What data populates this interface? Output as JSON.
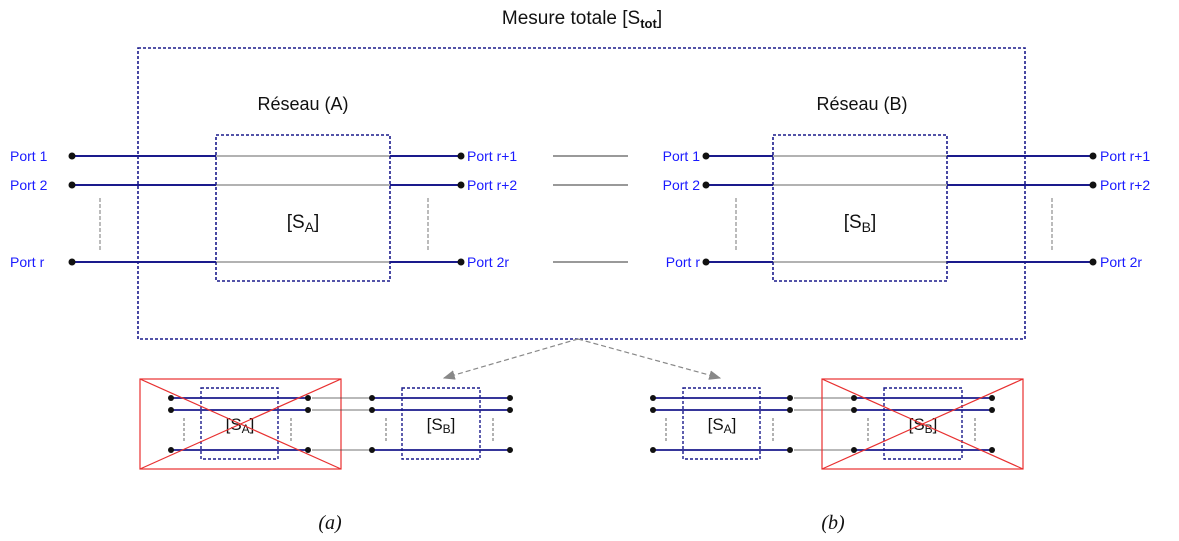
{
  "title": {
    "prefix": "Mesure totale [S",
    "sub": "tot",
    "suffix": "]"
  },
  "network_a": {
    "label": "Réseau (A)",
    "matrix": {
      "prefix": "[S",
      "sub": "A",
      "suffix": "]"
    },
    "left_ports": [
      "Port 1",
      "Port 2",
      "Port r"
    ],
    "right_ports": [
      "Port r+1",
      "Port r+2",
      "Port 2r"
    ]
  },
  "network_b": {
    "label": "Réseau (B)",
    "matrix": {
      "prefix": "[S",
      "sub": "B",
      "suffix": "]"
    },
    "left_ports": [
      "Port 1",
      "Port 2",
      "Port r"
    ],
    "right_ports": [
      "Port r+1",
      "Port r+2",
      "Port 2r"
    ]
  },
  "mini": {
    "a_left": {
      "prefix": "[S",
      "sub": "A",
      "suffix": "]"
    },
    "a_right": {
      "prefix": "[S",
      "sub": "B",
      "suffix": "]"
    },
    "b_left": {
      "prefix": "[S",
      "sub": "A",
      "suffix": "]"
    },
    "b_right": {
      "prefix": "[S",
      "sub": "B",
      "suffix": "]"
    }
  },
  "captions": {
    "a": "(a)",
    "b": "(b)"
  },
  "colors": {
    "line": "#1a1a8c",
    "port_text": "#1a1aff",
    "cross": "#e83030",
    "arrow": "#888888"
  }
}
